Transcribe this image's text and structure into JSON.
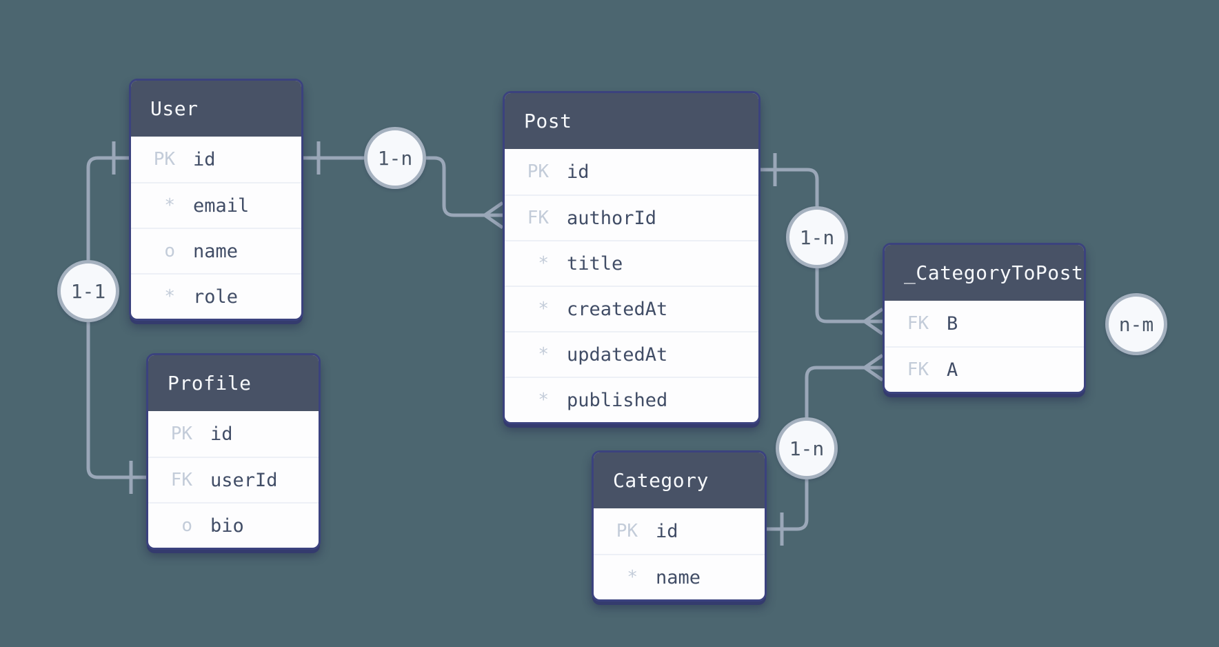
{
  "diagram": {
    "type": "entity-relationship-diagram",
    "colors": {
      "background": "#4c6670",
      "entity_header": "#485266",
      "entity_header_text": "#f7f9fc",
      "entity_body": "#fdfdfe",
      "entity_border": "#3b427e",
      "row_divider": "#edf0f6",
      "field_text": "#414d66",
      "key_marker_text": "#c3ccd9",
      "relationship_line": "#9aa7b8",
      "badge_fill": "#f7f9fc",
      "badge_border": "#a5b1bf",
      "badge_text": "#4b5768"
    },
    "entities": [
      {
        "name": "User",
        "columns": [
          {
            "key": "PK",
            "name": "id"
          },
          {
            "key": "*",
            "name": "email"
          },
          {
            "key": "o",
            "name": "name"
          },
          {
            "key": "*",
            "name": "role"
          }
        ]
      },
      {
        "name": "Profile",
        "columns": [
          {
            "key": "PK",
            "name": "id"
          },
          {
            "key": "FK",
            "name": "userId"
          },
          {
            "key": "o",
            "name": "bio"
          }
        ]
      },
      {
        "name": "Post",
        "columns": [
          {
            "key": "PK",
            "name": "id"
          },
          {
            "key": "FK",
            "name": "authorId"
          },
          {
            "key": "*",
            "name": "title"
          },
          {
            "key": "*",
            "name": "createdAt"
          },
          {
            "key": "*",
            "name": "updatedAt"
          },
          {
            "key": "*",
            "name": "published"
          }
        ]
      },
      {
        "name": "Category",
        "columns": [
          {
            "key": "PK",
            "name": "id"
          },
          {
            "key": "*",
            "name": "name"
          }
        ]
      },
      {
        "name": "_CategoryToPost",
        "columns": [
          {
            "key": "FK",
            "name": "B"
          },
          {
            "key": "FK",
            "name": "A"
          }
        ]
      }
    ],
    "relationships": [
      {
        "label": "1-1",
        "from": "User.id",
        "to": "Profile.userId"
      },
      {
        "label": "1-n",
        "from": "User.id",
        "to": "Post.authorId"
      },
      {
        "label": "1-n",
        "from": "Post.id",
        "to": "_CategoryToPost.B"
      },
      {
        "label": "1-n",
        "from": "Category.id",
        "to": "_CategoryToPost.A"
      },
      {
        "label": "n-m",
        "from": "Category",
        "to": "Post"
      }
    ]
  }
}
